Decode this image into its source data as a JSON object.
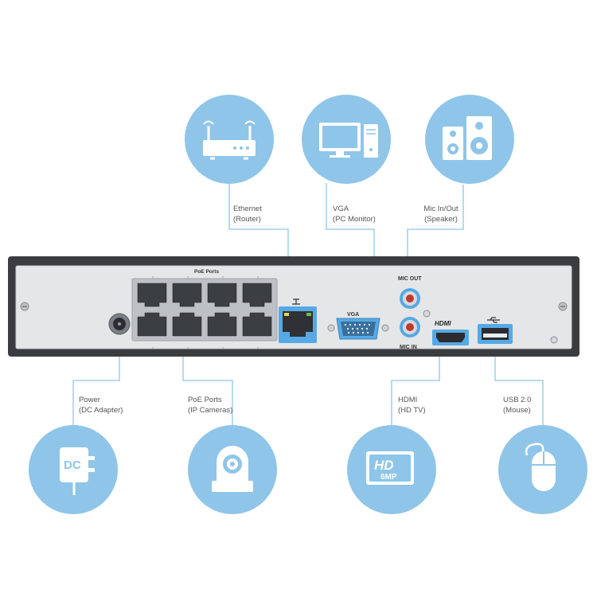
{
  "connectors": {
    "ethernet": {
      "line1": "Ethernet",
      "line2": "(Router)",
      "icon": "router-icon"
    },
    "vga": {
      "line1": "VGA",
      "line2": "(PC Monitor)",
      "icon": "pc-monitor-icon"
    },
    "mic": {
      "line1": "Mic In/Out",
      "line2": "(Speaker)",
      "icon": "speaker-icon"
    },
    "power": {
      "line1": "Power",
      "line2": "(DC Adapter)",
      "icon": "dc-adapter-icon",
      "badge": "DC"
    },
    "poe": {
      "line1": "PoE Ports",
      "line2": "(IP Cameras)",
      "icon": "ip-camera-icon"
    },
    "hdmi": {
      "line1": "HDMI",
      "line2": "(HD TV)",
      "icon": "hd-6mp-icon",
      "badge_top": "HD",
      "badge_bottom": "6MP"
    },
    "usb": {
      "line1": "USB 2.0",
      "line2": "(Mouse)",
      "icon": "mouse-icon"
    }
  },
  "panel": {
    "poe_title": "PoE Ports",
    "vga_label": "VGA",
    "mic_out_label": "MIC OUT",
    "mic_in_label": "MIC IN",
    "hdmi_label": "HDMI"
  },
  "colors": {
    "circle": "#8fc5e8",
    "line": "#8fc5e8",
    "chassis": "#3a3c40",
    "face": "#e4e6e8",
    "highlight": "#56a9e4"
  }
}
